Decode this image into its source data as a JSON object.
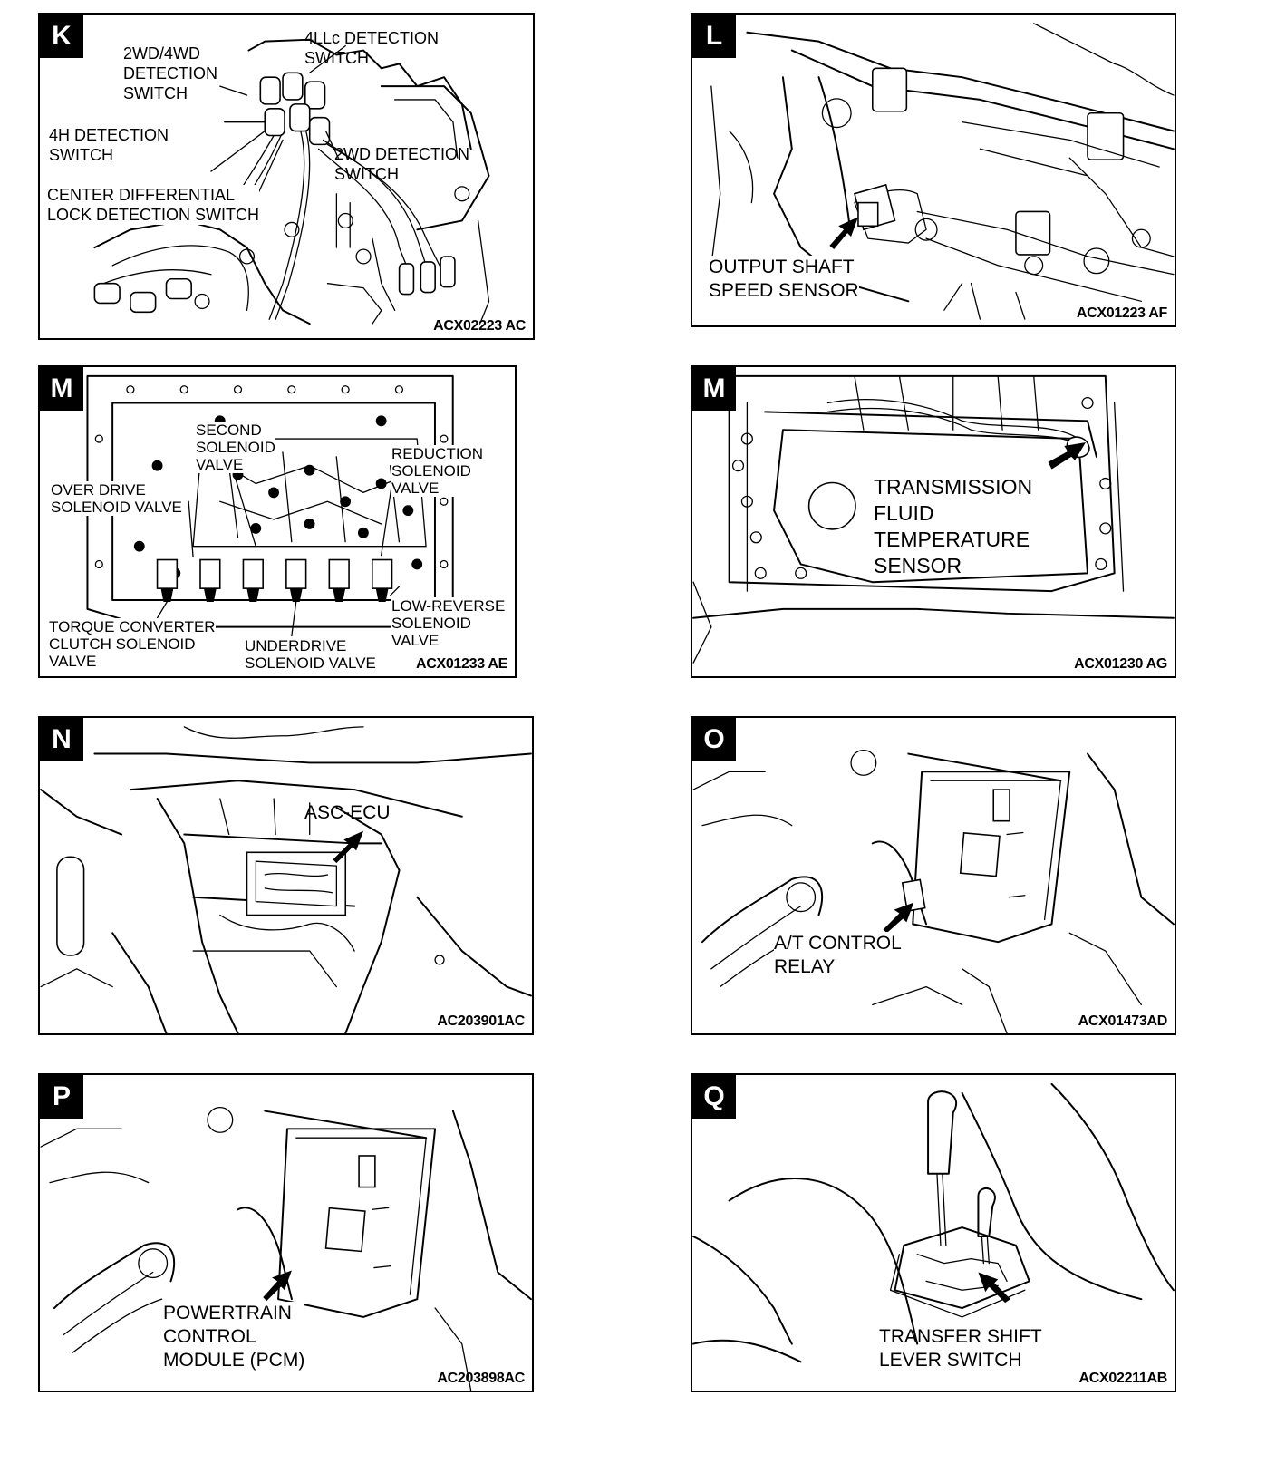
{
  "panels": {
    "k": {
      "letter": "K",
      "code": "ACX02223 AC",
      "labels": {
        "det_2wd4wd": "2WD/4WD\nDETECTION\nSWITCH",
        "det_4llc": "4LLc DETECTION\nSWITCH",
        "det_4h": "4H DETECTION\nSWITCH",
        "det_2wd": "2WD DETECTION\nSWITCH",
        "center_diff": "CENTER DIFFERENTIAL\nLOCK DETECTION SWITCH"
      }
    },
    "l": {
      "letter": "L",
      "code": "ACX01223 AF",
      "labels": {
        "output_shaft": "OUTPUT SHAFT\nSPEED SENSOR"
      }
    },
    "m1": {
      "letter": "M",
      "code": "ACX01233 AE",
      "labels": {
        "second": "SECOND\nSOLENOID\nVALVE",
        "reduction": "REDUCTION\nSOLENOID\nVALVE",
        "overdrive": "OVER DRIVE\nSOLENOID VALVE",
        "low_reverse": "LOW-REVERSE\nSOLENOID\nVALVE",
        "torque_converter": "TORQUE CONVERTER\nCLUTCH SOLENOID\nVALVE",
        "underdrive": "UNDERDRIVE\nSOLENOID VALVE"
      }
    },
    "m2": {
      "letter": "M",
      "code": "ACX01230 AG",
      "labels": {
        "fluid_temp": "TRANSMISSION\nFLUID\nTEMPERATURE\nSENSOR"
      }
    },
    "n": {
      "letter": "N",
      "code": "AC203901AC",
      "labels": {
        "asc_ecu": "ASC-ECU"
      }
    },
    "o": {
      "letter": "O",
      "code": "ACX01473AD",
      "labels": {
        "at_relay": "A/T CONTROL\nRELAY"
      }
    },
    "p": {
      "letter": "P",
      "code": "AC203898AC",
      "labels": {
        "pcm": "POWERTRAIN\nCONTROL\nMODULE (PCM)"
      }
    },
    "q": {
      "letter": "Q",
      "code": "ACX02211AB",
      "labels": {
        "transfer": "TRANSFER SHIFT\nLEVER SWITCH"
      }
    }
  }
}
